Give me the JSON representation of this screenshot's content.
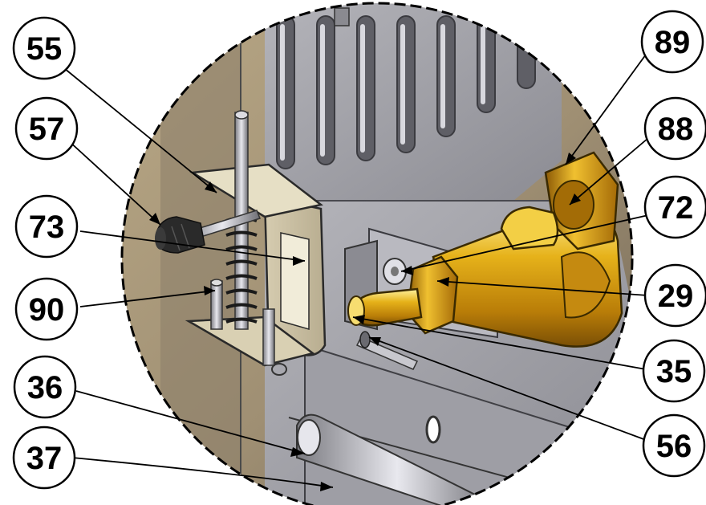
{
  "diagram": {
    "callouts": [
      {
        "id": "c55",
        "label": "55"
      },
      {
        "id": "c57",
        "label": "57"
      },
      {
        "id": "c73",
        "label": "73"
      },
      {
        "id": "c90",
        "label": "90"
      },
      {
        "id": "c36",
        "label": "36"
      },
      {
        "id": "c37",
        "label": "37"
      },
      {
        "id": "c89",
        "label": "89"
      },
      {
        "id": "c88",
        "label": "88"
      },
      {
        "id": "c72",
        "label": "72"
      },
      {
        "id": "c29",
        "label": "29"
      },
      {
        "id": "c35",
        "label": "35"
      },
      {
        "id": "c56",
        "label": "56"
      }
    ]
  }
}
